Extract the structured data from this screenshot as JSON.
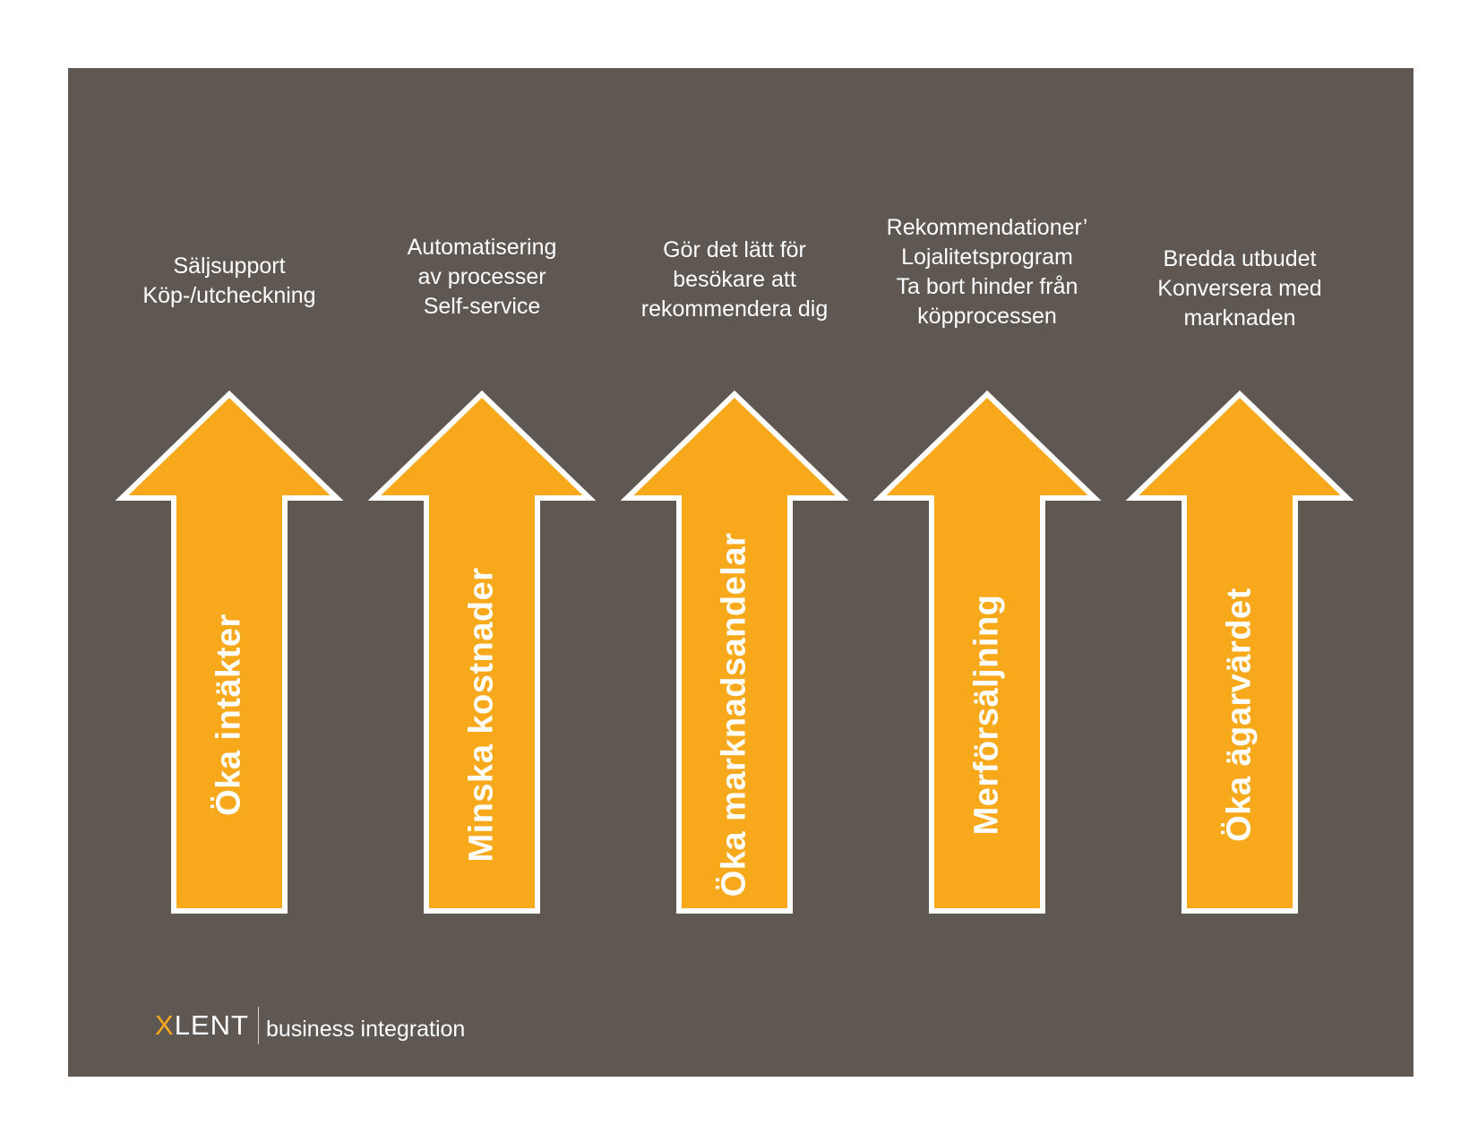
{
  "colors": {
    "panel_background": "#5e5752",
    "arrow_fill": "#f7a81b",
    "arrow_outline": "#ffffff",
    "text": "#ffffff",
    "logo_accent": "#f7a81b"
  },
  "columns": [
    {
      "caption_lines": [
        "Säljsupport",
        "Köp-/utcheckning"
      ],
      "arrow_label": "Öka intäkter"
    },
    {
      "caption_lines": [
        "Automatisering",
        "av processer",
        "Self-service"
      ],
      "arrow_label": "Minska kostnader"
    },
    {
      "caption_lines": [
        "Gör det lätt för",
        "besökare att",
        "rekommendera dig"
      ],
      "arrow_label": "Öka marknadsandelar"
    },
    {
      "caption_lines": [
        "Rekommendationer’",
        "Lojalitetsprogram",
        "Ta bort hinder från",
        "köpprocessen"
      ],
      "arrow_label": "Merförsäljning"
    },
    {
      "caption_lines": [
        "Bredda utbudet",
        "Konversera med",
        "marknaden"
      ],
      "arrow_label": "Öka ägarvärdet"
    }
  ],
  "logo": {
    "accent_letter": "X",
    "rest": "LENT",
    "tagline": "business integration"
  }
}
